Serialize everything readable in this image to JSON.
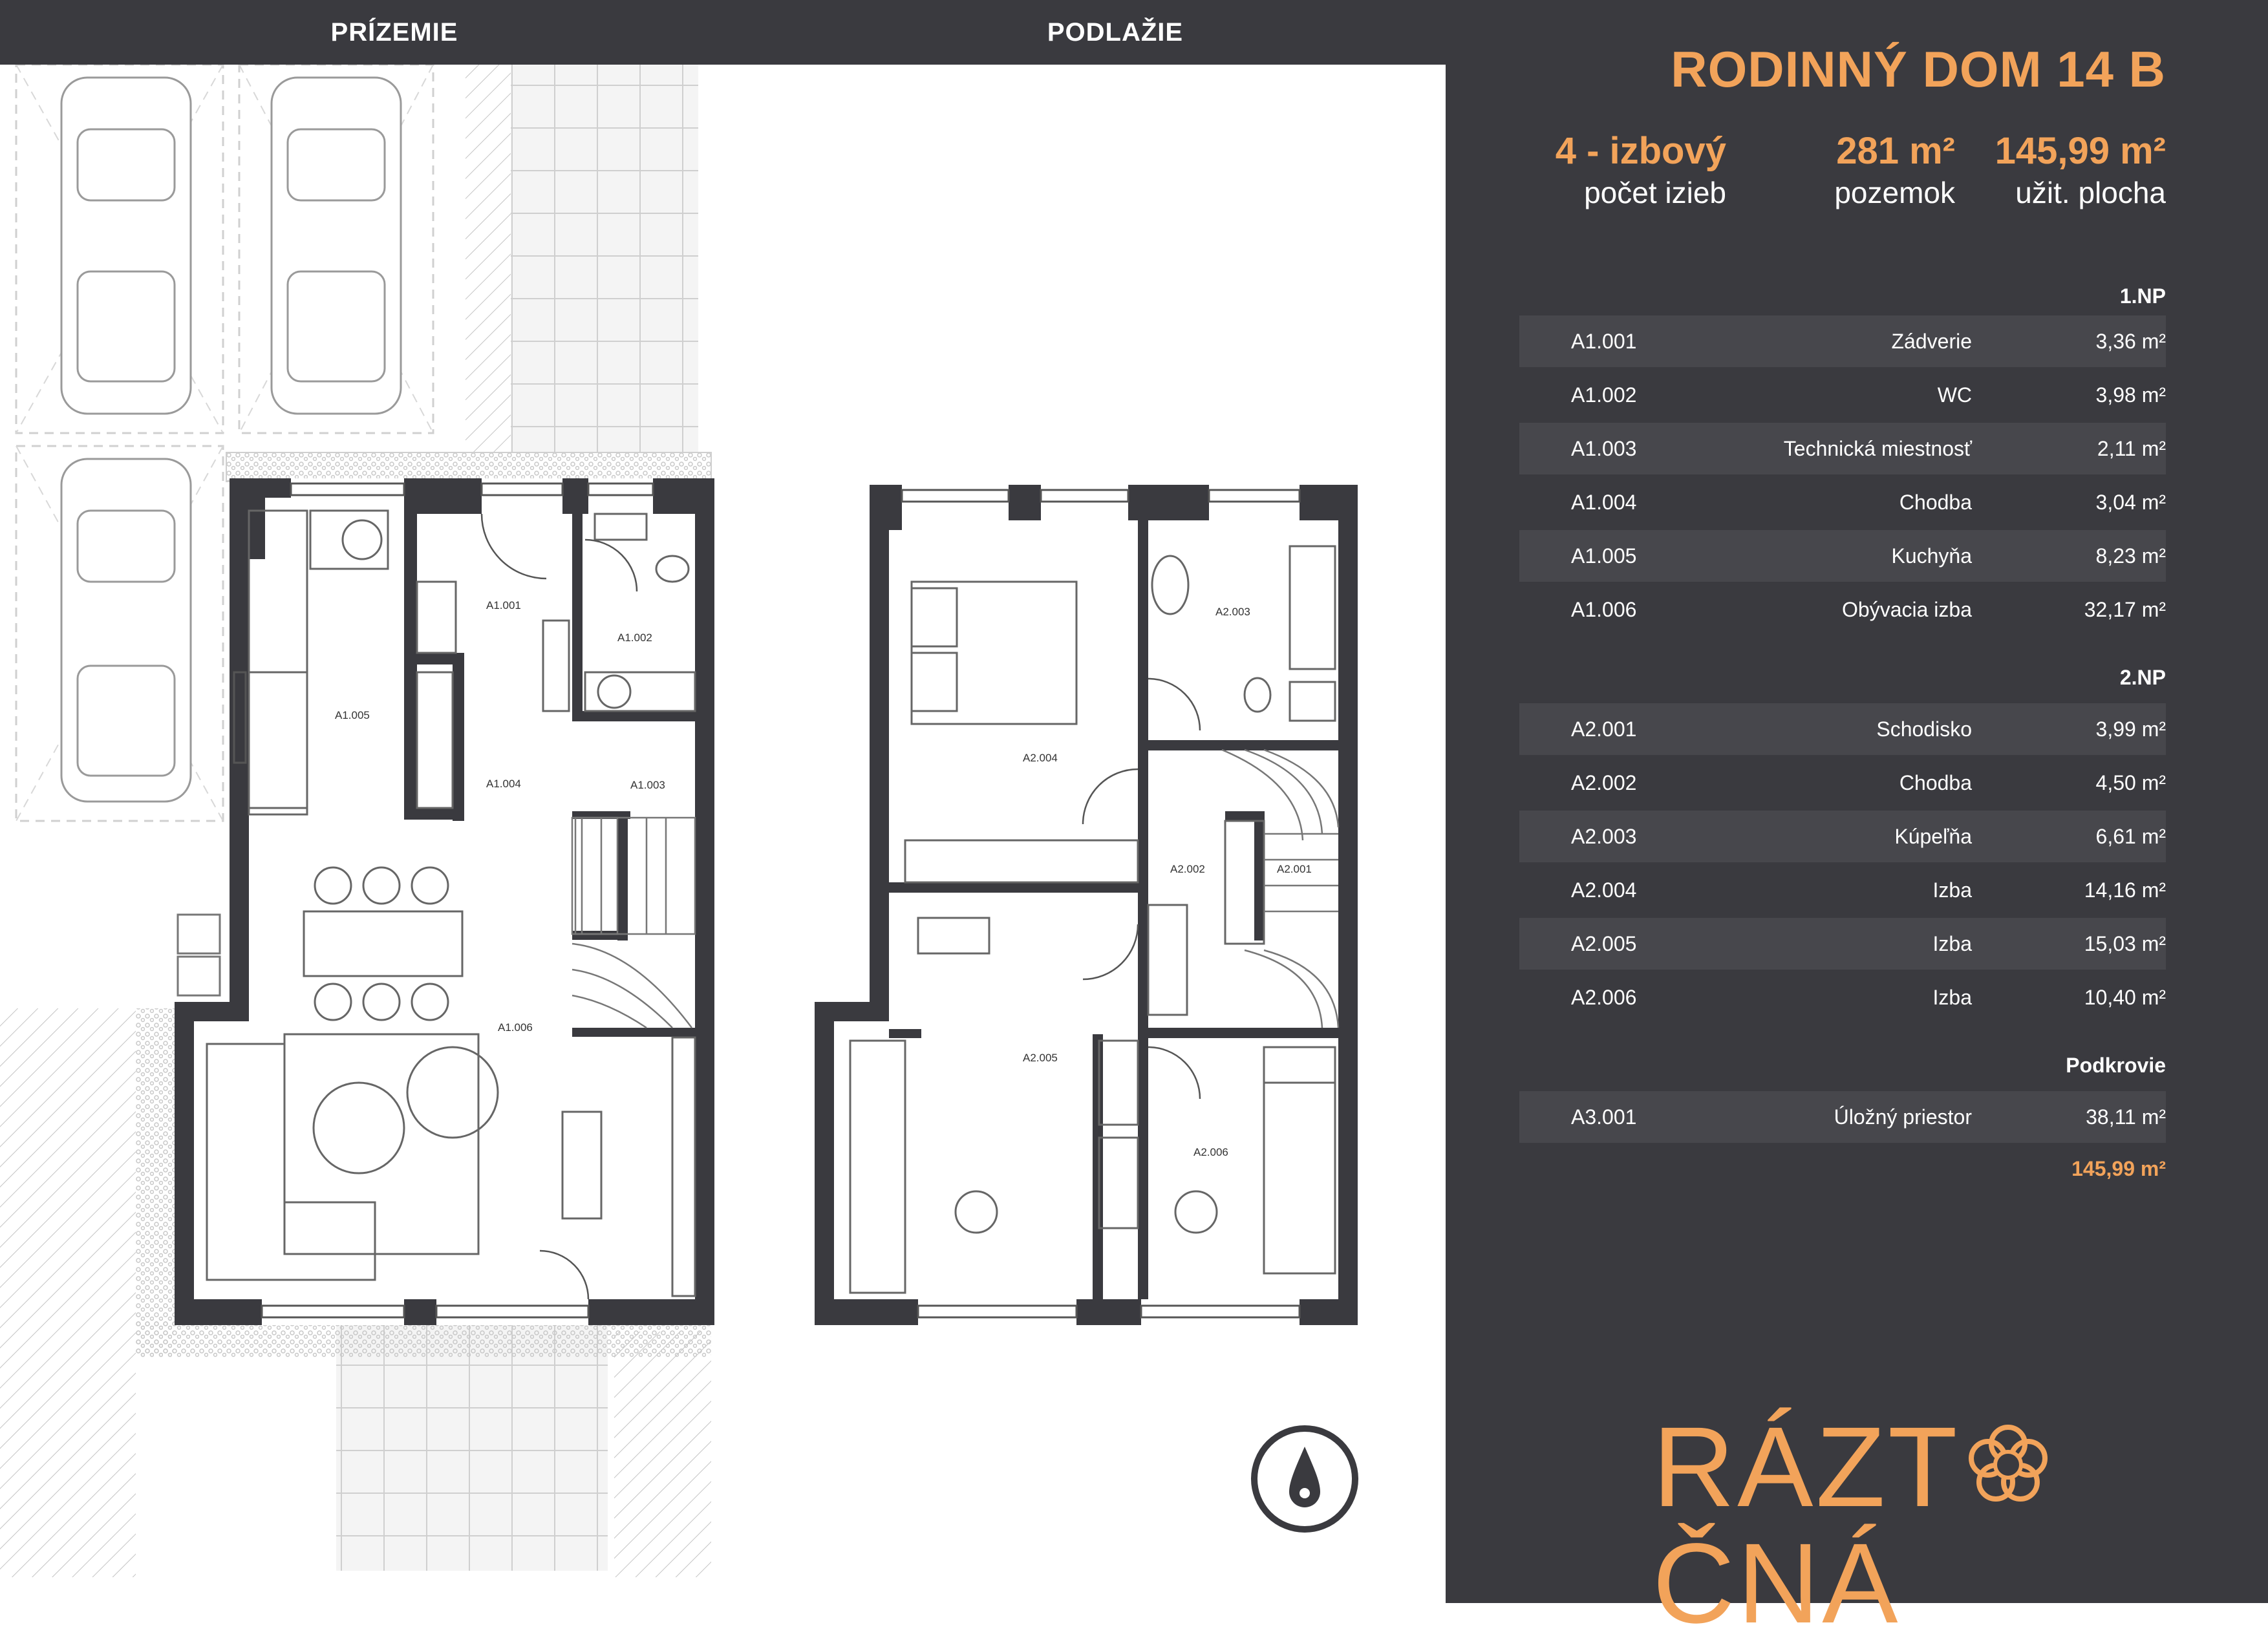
{
  "header": {
    "tab_ground": "PRÍZEMIE",
    "tab_upper": "PODLAŽIE"
  },
  "title": "RODINNÝ DOM 14 B",
  "stats": [
    {
      "value": "4 - izbový",
      "label": "počet izieb"
    },
    {
      "value": "281 m²",
      "label": "pozemok"
    },
    {
      "value": "145,99 m²",
      "label": "užit. plocha"
    }
  ],
  "floors": [
    {
      "name": "1.NP",
      "rooms": [
        {
          "code": "A1.001",
          "name": "Zádverie",
          "area": "3,36 m²"
        },
        {
          "code": "A1.002",
          "name": "WC",
          "area": "3,98 m²"
        },
        {
          "code": "A1.003",
          "name": "Technická miestnosť",
          "area": "2,11 m²"
        },
        {
          "code": "A1.004",
          "name": "Chodba",
          "area": "3,04 m²"
        },
        {
          "code": "A1.005",
          "name": "Kuchyňa",
          "area": "8,23 m²"
        },
        {
          "code": "A1.006",
          "name": "Obývacia izba",
          "area": "32,17 m²"
        }
      ]
    },
    {
      "name": "2.NP",
      "rooms": [
        {
          "code": "A2.001",
          "name": "Schodisko",
          "area": "3,99 m²"
        },
        {
          "code": "A2.002",
          "name": "Chodba",
          "area": "4,50 m²"
        },
        {
          "code": "A2.003",
          "name": "Kúpeľňa",
          "area": "6,61 m²"
        },
        {
          "code": "A2.004",
          "name": "Izba",
          "area": "14,16 m²"
        },
        {
          "code": "A2.005",
          "name": "Izba",
          "area": "15,03 m²"
        },
        {
          "code": "A2.006",
          "name": "Izba",
          "area": "10,40 m²"
        }
      ]
    },
    {
      "name": "Podkrovie",
      "rooms": [
        {
          "code": "A3.001",
          "name": "Úložný priestor",
          "area": "38,11 m²"
        }
      ]
    }
  ],
  "total_area": "145,99 m²",
  "logo": {
    "left": "RÁZT",
    "right": "ČNÁ",
    "flower_icon": "flower-icon"
  },
  "compass_icon": "north-arrow-icon",
  "plan_labels": {
    "a1001": "A1.001",
    "a1002": "A1.002",
    "a1003": "A1.003",
    "a1004": "A1.004",
    "a1005": "A1.005",
    "a1006": "A1.006",
    "a2001": "A2.001",
    "a2002": "A2.002",
    "a2003": "A2.003",
    "a2004": "A2.004",
    "a2005": "A2.005",
    "a2006": "A2.006"
  },
  "colors": {
    "accent": "#f2a35a",
    "panel": "#3a3a3f",
    "wall": "#3a3a3f"
  }
}
